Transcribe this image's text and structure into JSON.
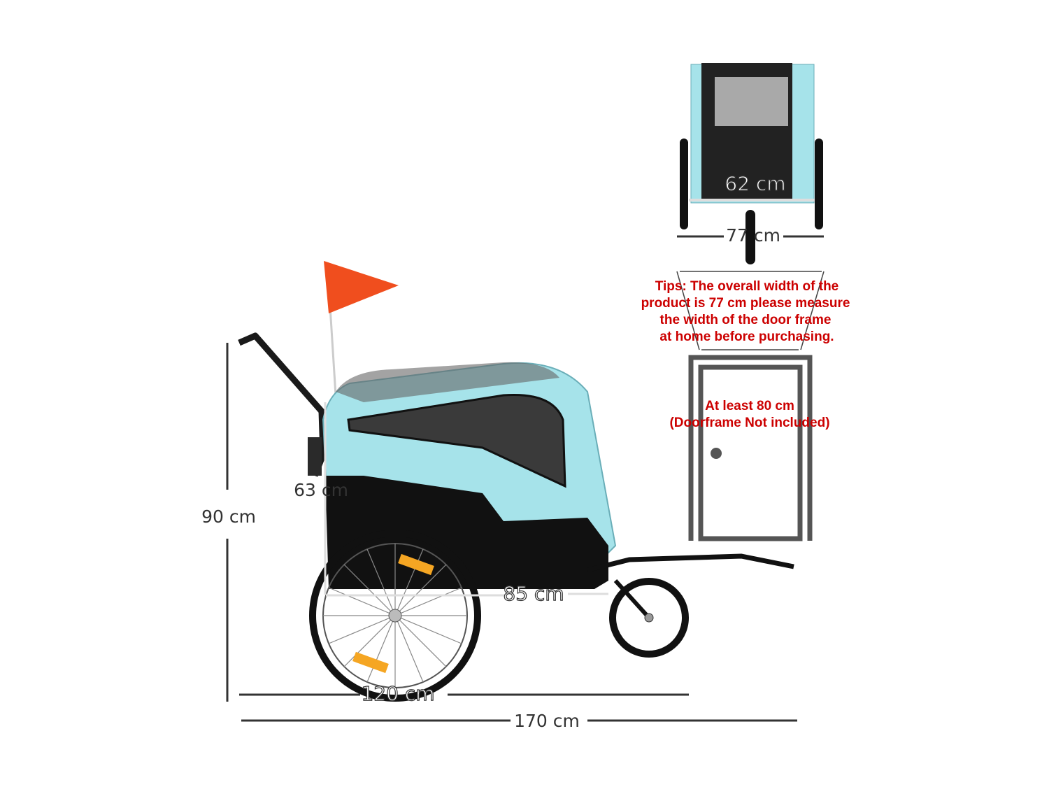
{
  "dimensions": {
    "total_height": "90 cm",
    "total_length": "170 cm",
    "body_length": "120 cm",
    "inner_length": "85 cm",
    "inner_height": "63 cm",
    "inner_width": "62 cm",
    "overall_width": "77 cm"
  },
  "tips": {
    "lines": [
      "Tips: The overall width of the",
      "product is 77 cm please measure",
      "the width of the door frame",
      "at home before purchasing."
    ]
  },
  "door": {
    "line1": "At least 80 cm",
    "line2": "(Doorframe Not included)"
  },
  "colors": {
    "fabric_blue": "#a6e3ea",
    "flag": "#f04e1e",
    "tip_text": "#cc0000",
    "frame": "#555555"
  }
}
